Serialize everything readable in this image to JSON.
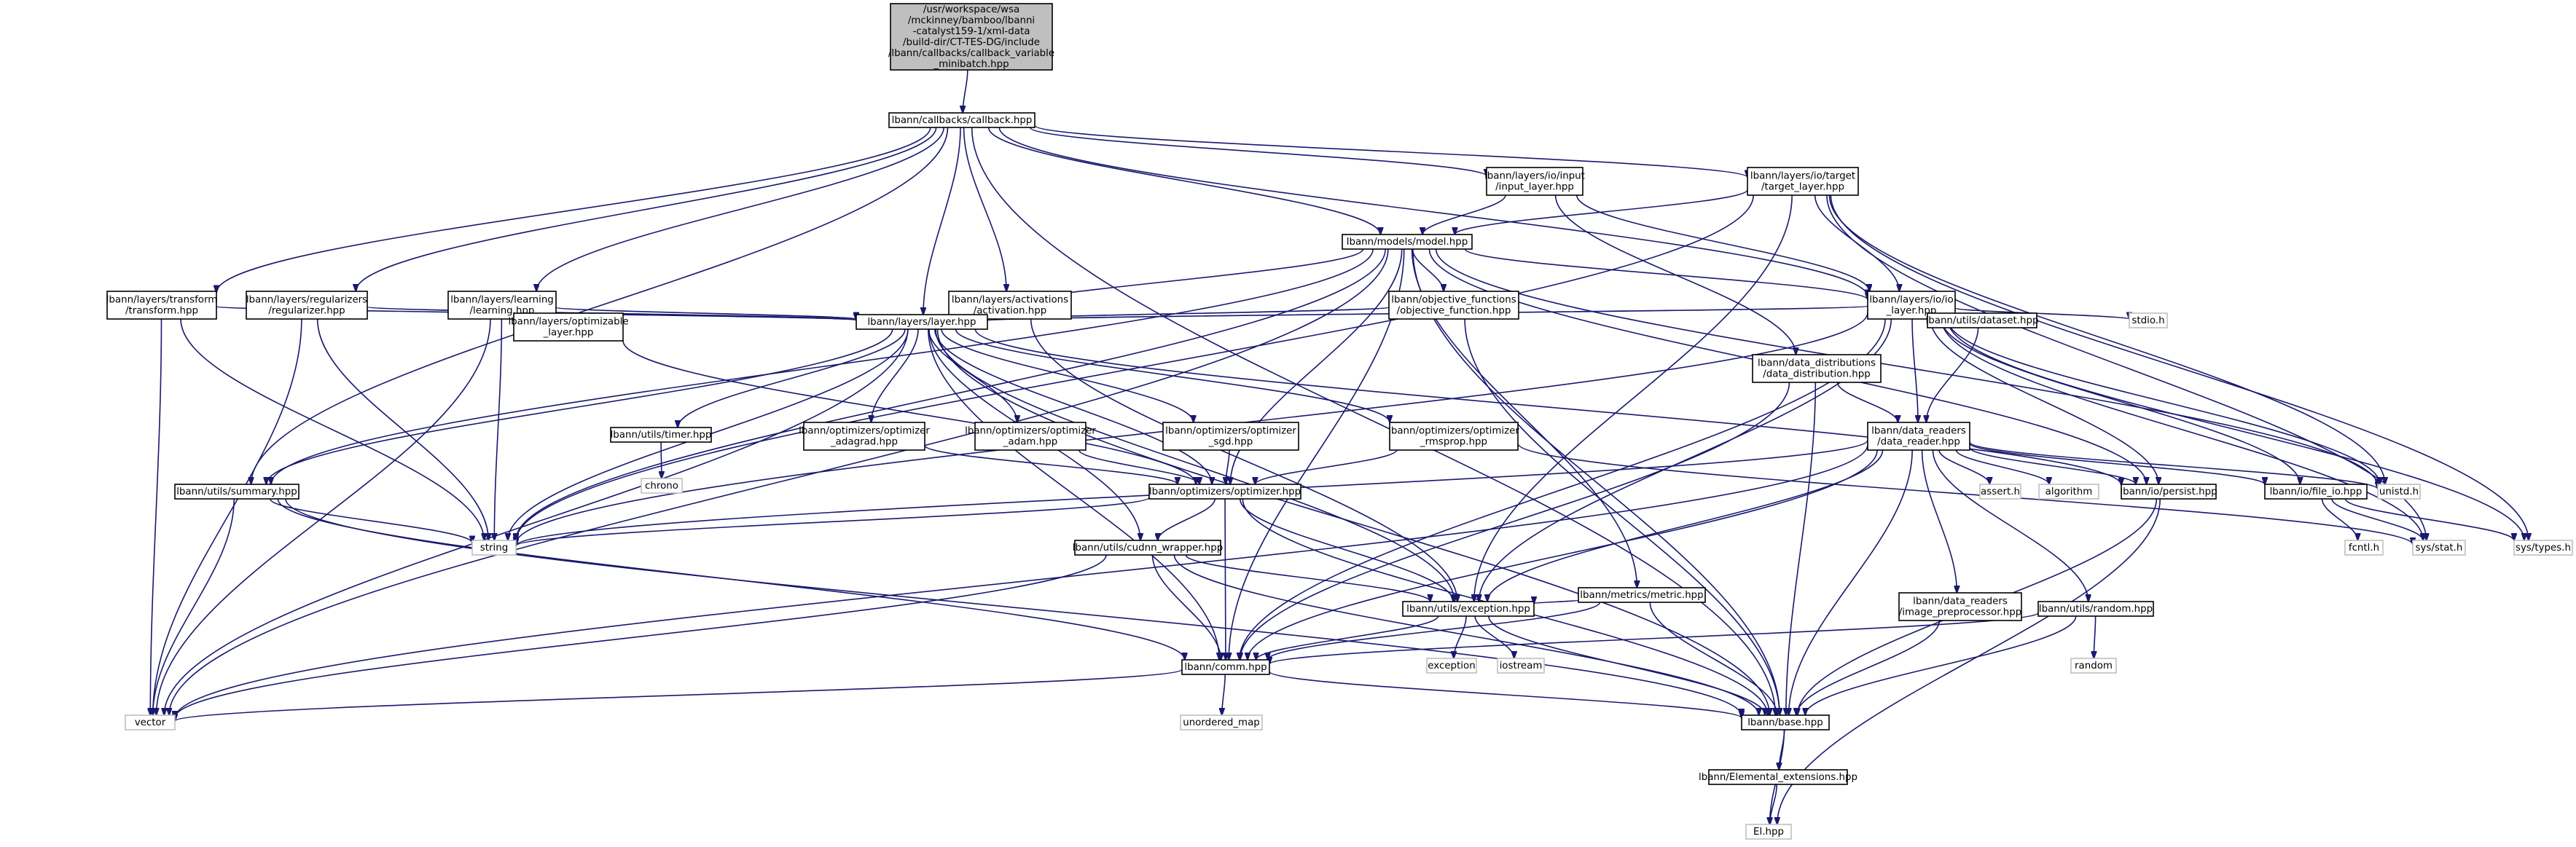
{
  "colors": {
    "edge": "#191970",
    "node_border": "#000000",
    "system_border": "#bfbfbf",
    "root_fill": "#bfbfbf",
    "background": "#ffffff"
  },
  "nodes": [
    {
      "id": "root",
      "lines": [
        "/usr/workspace/wsa",
        "/mckinney/bamboo/lbanni",
        "-catalyst159-1/xml-data",
        "/build-dir/CT-TES-DG/include",
        "/lbann/callbacks/callback_variable",
        "_minibatch.hpp"
      ],
      "kind": "root"
    },
    {
      "id": "callback",
      "lines": [
        "lbann/callbacks/callback.hpp"
      ],
      "kind": "file"
    },
    {
      "id": "input_layer",
      "lines": [
        "lbann/layers/io/input",
        "/input_layer.hpp"
      ],
      "kind": "file"
    },
    {
      "id": "target_layer",
      "lines": [
        "lbann/layers/io/target",
        "/target_layer.hpp"
      ],
      "kind": "file"
    },
    {
      "id": "model",
      "lines": [
        "lbann/models/model.hpp"
      ],
      "kind": "file"
    },
    {
      "id": "transform",
      "lines": [
        "lbann/layers/transform",
        "/transform.hpp"
      ],
      "kind": "file"
    },
    {
      "id": "regularizer",
      "lines": [
        "lbann/layers/regularizers",
        "/regularizer.hpp"
      ],
      "kind": "file"
    },
    {
      "id": "learning",
      "lines": [
        "lbann/layers/learning",
        "/learning.hpp"
      ],
      "kind": "file"
    },
    {
      "id": "activation",
      "lines": [
        "lbann/layers/activations",
        "/activation.hpp"
      ],
      "kind": "file"
    },
    {
      "id": "objective",
      "lines": [
        "lbann/objective_functions",
        "/objective_function.hpp"
      ],
      "kind": "file"
    },
    {
      "id": "io_layer",
      "lines": [
        "lbann/layers/io/io",
        "_layer.hpp"
      ],
      "kind": "file"
    },
    {
      "id": "optimizable",
      "lines": [
        "lbann/layers/optimizable",
        "_layer.hpp"
      ],
      "kind": "file"
    },
    {
      "id": "layer",
      "lines": [
        "lbann/layers/layer.hpp"
      ],
      "kind": "file"
    },
    {
      "id": "data_distribution",
      "lines": [
        "lbann/data_distributions",
        "/data_distribution.hpp"
      ],
      "kind": "file"
    },
    {
      "id": "dataset",
      "lines": [
        "lbann/utils/dataset.hpp"
      ],
      "kind": "file"
    },
    {
      "id": "stdio",
      "lines": [
        "stdio.h"
      ],
      "kind": "system"
    },
    {
      "id": "timer",
      "lines": [
        "lbann/utils/timer.hpp"
      ],
      "kind": "file"
    },
    {
      "id": "opt_adagrad",
      "lines": [
        "lbann/optimizers/optimizer",
        "_adagrad.hpp"
      ],
      "kind": "file"
    },
    {
      "id": "opt_adam",
      "lines": [
        "lbann/optimizers/optimizer",
        "_adam.hpp"
      ],
      "kind": "file"
    },
    {
      "id": "opt_sgd",
      "lines": [
        "lbann/optimizers/optimizer",
        "_sgd.hpp"
      ],
      "kind": "file"
    },
    {
      "id": "opt_rmsprop",
      "lines": [
        "lbann/optimizers/optimizer",
        "_rmsprop.hpp"
      ],
      "kind": "file"
    },
    {
      "id": "data_reader",
      "lines": [
        "lbann/data_readers",
        "/data_reader.hpp"
      ],
      "kind": "file"
    },
    {
      "id": "chrono",
      "lines": [
        "chrono"
      ],
      "kind": "system"
    },
    {
      "id": "summary",
      "lines": [
        "lbann/utils/summary.hpp"
      ],
      "kind": "file"
    },
    {
      "id": "optimizer",
      "lines": [
        "lbann/optimizers/optimizer.hpp"
      ],
      "kind": "file"
    },
    {
      "id": "assert",
      "lines": [
        "assert.h"
      ],
      "kind": "system"
    },
    {
      "id": "algorithm",
      "lines": [
        "algorithm"
      ],
      "kind": "system"
    },
    {
      "id": "persist",
      "lines": [
        "lbann/io/persist.hpp"
      ],
      "kind": "file"
    },
    {
      "id": "file_io",
      "lines": [
        "lbann/io/file_io.hpp"
      ],
      "kind": "file"
    },
    {
      "id": "unistd",
      "lines": [
        "unistd.h"
      ],
      "kind": "system"
    },
    {
      "id": "string",
      "lines": [
        "string"
      ],
      "kind": "system"
    },
    {
      "id": "cudnn",
      "lines": [
        "lbann/utils/cudnn_wrapper.hpp"
      ],
      "kind": "file"
    },
    {
      "id": "fcntl",
      "lines": [
        "fcntl.h"
      ],
      "kind": "system"
    },
    {
      "id": "sys_stat",
      "lines": [
        "sys/stat.h"
      ],
      "kind": "system"
    },
    {
      "id": "sys_types",
      "lines": [
        "sys/types.h"
      ],
      "kind": "system"
    },
    {
      "id": "metric",
      "lines": [
        "lbann/metrics/metric.hpp"
      ],
      "kind": "file"
    },
    {
      "id": "image_pre",
      "lines": [
        "lbann/data_readers",
        "/image_preprocessor.hpp"
      ],
      "kind": "file"
    },
    {
      "id": "random_hpp",
      "lines": [
        "lbann/utils/random.hpp"
      ],
      "kind": "file"
    },
    {
      "id": "exception",
      "lines": [
        "lbann/utils/exception.hpp"
      ],
      "kind": "file"
    },
    {
      "id": "comm",
      "lines": [
        "lbann/comm.hpp"
      ],
      "kind": "file"
    },
    {
      "id": "exception_sys",
      "lines": [
        "exception"
      ],
      "kind": "system"
    },
    {
      "id": "iostream",
      "lines": [
        "iostream"
      ],
      "kind": "system"
    },
    {
      "id": "random_sys",
      "lines": [
        "random"
      ],
      "kind": "system"
    },
    {
      "id": "vector",
      "lines": [
        "vector"
      ],
      "kind": "system"
    },
    {
      "id": "unordered_map",
      "lines": [
        "unordered_map"
      ],
      "kind": "system"
    },
    {
      "id": "base",
      "lines": [
        "lbann/base.hpp"
      ],
      "kind": "file"
    },
    {
      "id": "elemental_ext",
      "lines": [
        "lbann/Elemental_extensions.hpp"
      ],
      "kind": "file"
    },
    {
      "id": "el",
      "lines": [
        "El.hpp"
      ],
      "kind": "system"
    }
  ],
  "edges": [
    [
      "root",
      "callback"
    ],
    [
      "callback",
      "input_layer"
    ],
    [
      "callback",
      "target_layer"
    ],
    [
      "callback",
      "model"
    ],
    [
      "callback",
      "transform"
    ],
    [
      "callback",
      "regularizer"
    ],
    [
      "callback",
      "learning"
    ],
    [
      "callback",
      "activation"
    ],
    [
      "callback",
      "io_layer"
    ],
    [
      "callback",
      "layer"
    ],
    [
      "callback",
      "summary"
    ],
    [
      "callback",
      "base"
    ],
    [
      "input_layer",
      "model"
    ],
    [
      "input_layer",
      "io_layer"
    ],
    [
      "input_layer",
      "data_distribution"
    ],
    [
      "target_layer",
      "model"
    ],
    [
      "target_layer",
      "io_layer"
    ],
    [
      "target_layer",
      "exception"
    ],
    [
      "target_layer",
      "string"
    ],
    [
      "target_layer",
      "sys_stat"
    ],
    [
      "target_layer",
      "sys_types"
    ],
    [
      "target_layer",
      "unistd"
    ],
    [
      "model",
      "layer"
    ],
    [
      "model",
      "objective"
    ],
    [
      "model",
      "metric"
    ],
    [
      "model",
      "optimizer"
    ],
    [
      "model",
      "summary"
    ],
    [
      "model",
      "io_layer"
    ],
    [
      "model",
      "persist"
    ],
    [
      "model",
      "vector"
    ],
    [
      "model",
      "string"
    ],
    [
      "model",
      "comm"
    ],
    [
      "model",
      "base"
    ],
    [
      "model",
      "unistd"
    ],
    [
      "transform",
      "layer"
    ],
    [
      "transform",
      "vector"
    ],
    [
      "transform",
      "string"
    ],
    [
      "regularizer",
      "layer"
    ],
    [
      "regularizer",
      "vector"
    ],
    [
      "regularizer",
      "string"
    ],
    [
      "learning",
      "layer"
    ],
    [
      "learning",
      "optimizable"
    ],
    [
      "learning",
      "vector"
    ],
    [
      "learning",
      "string"
    ],
    [
      "activation",
      "layer"
    ],
    [
      "activation",
      "exception"
    ],
    [
      "objective",
      "layer"
    ],
    [
      "objective",
      "base"
    ],
    [
      "io_layer",
      "layer"
    ],
    [
      "io_layer",
      "data_reader"
    ],
    [
      "io_layer",
      "dataset"
    ],
    [
      "io_layer",
      "stdio"
    ],
    [
      "io_layer",
      "persist"
    ],
    [
      "io_layer",
      "file_io"
    ],
    [
      "io_layer",
      "unistd"
    ],
    [
      "io_layer",
      "sys_stat"
    ],
    [
      "io_layer",
      "sys_types"
    ],
    [
      "io_layer",
      "exception"
    ],
    [
      "io_layer",
      "string"
    ],
    [
      "io_layer",
      "comm"
    ],
    [
      "optimizable",
      "optimizer"
    ],
    [
      "layer",
      "timer"
    ],
    [
      "layer",
      "opt_adagrad"
    ],
    [
      "layer",
      "opt_adam"
    ],
    [
      "layer",
      "opt_sgd"
    ],
    [
      "layer",
      "opt_rmsprop"
    ],
    [
      "layer",
      "optimizer"
    ],
    [
      "layer",
      "summary"
    ],
    [
      "layer",
      "cudnn"
    ],
    [
      "layer",
      "exception"
    ],
    [
      "layer",
      "persist"
    ],
    [
      "layer",
      "vector"
    ],
    [
      "layer",
      "string"
    ],
    [
      "layer",
      "comm"
    ],
    [
      "layer",
      "base"
    ],
    [
      "data_distribution",
      "data_reader"
    ],
    [
      "data_distribution",
      "base"
    ],
    [
      "data_distribution",
      "comm"
    ],
    [
      "dataset",
      "data_reader"
    ],
    [
      "timer",
      "chrono"
    ],
    [
      "opt_adagrad",
      "optimizer"
    ],
    [
      "opt_adam",
      "optimizer"
    ],
    [
      "opt_sgd",
      "optimizer"
    ],
    [
      "opt_rmsprop",
      "optimizer"
    ],
    [
      "opt_rmsprop",
      "sys_stat"
    ],
    [
      "data_reader",
      "assert"
    ],
    [
      "data_reader",
      "algorithm"
    ],
    [
      "data_reader",
      "persist"
    ],
    [
      "data_reader",
      "file_io"
    ],
    [
      "data_reader",
      "unistd"
    ],
    [
      "data_reader",
      "image_pre"
    ],
    [
      "data_reader",
      "random_hpp"
    ],
    [
      "data_reader",
      "exception"
    ],
    [
      "data_reader",
      "comm"
    ],
    [
      "data_reader",
      "base"
    ],
    [
      "data_reader",
      "string"
    ],
    [
      "data_reader",
      "vector"
    ],
    [
      "summary",
      "string"
    ],
    [
      "summary",
      "vector"
    ],
    [
      "summary",
      "comm"
    ],
    [
      "summary",
      "base"
    ],
    [
      "optimizer",
      "cudnn"
    ],
    [
      "optimizer",
      "exception"
    ],
    [
      "optimizer",
      "comm"
    ],
    [
      "optimizer",
      "base"
    ],
    [
      "optimizer",
      "string"
    ],
    [
      "persist",
      "base"
    ],
    [
      "persist",
      "el"
    ],
    [
      "file_io",
      "fcntl"
    ],
    [
      "file_io",
      "sys_stat"
    ],
    [
      "file_io",
      "sys_types"
    ],
    [
      "cudnn",
      "exception"
    ],
    [
      "cudnn",
      "comm"
    ],
    [
      "cudnn",
      "base"
    ],
    [
      "cudnn",
      "vector"
    ],
    [
      "metric",
      "exception"
    ],
    [
      "metric",
      "comm"
    ],
    [
      "metric",
      "base"
    ],
    [
      "image_pre",
      "base"
    ],
    [
      "random_hpp",
      "comm"
    ],
    [
      "random_hpp",
      "base"
    ],
    [
      "random_hpp",
      "random_sys"
    ],
    [
      "exception",
      "comm"
    ],
    [
      "exception",
      "base"
    ],
    [
      "exception",
      "exception_sys"
    ],
    [
      "exception",
      "iostream"
    ],
    [
      "comm",
      "base"
    ],
    [
      "comm",
      "vector"
    ],
    [
      "comm",
      "unordered_map"
    ],
    [
      "base",
      "elemental_ext"
    ],
    [
      "base",
      "el"
    ],
    [
      "elemental_ext",
      "el"
    ]
  ]
}
